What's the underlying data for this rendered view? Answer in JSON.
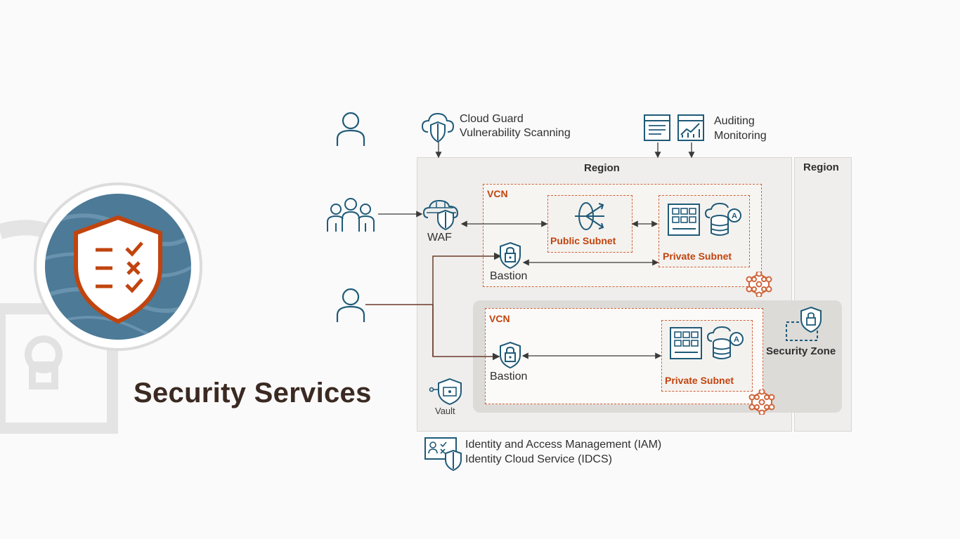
{
  "title": "Security Services",
  "top": {
    "cloud_guard": "Cloud Guard",
    "vulnerability_scanning": "Vulnerability Scanning",
    "auditing": "Auditing",
    "monitoring": "Monitoring"
  },
  "regions": {
    "main": "Region",
    "secondary": "Region"
  },
  "vcn_top": {
    "label": "VCN",
    "public_subnet": "Public Subnet",
    "private_subnet": "Private Subnet",
    "bastion": "Bastion"
  },
  "vcn_bottom": {
    "label": "VCN",
    "private_subnet": "Private Subnet",
    "bastion": "Bastion"
  },
  "waf": "WAF",
  "vault": "Vault",
  "security_zone": "Security Zone",
  "bottom": {
    "iam": "Identity and Access Management (IAM)",
    "idcs": "Identity Cloud Service (IDCS)"
  },
  "colors": {
    "accent": "#c1440e",
    "teal": "#1f5a78",
    "dark": "#3b2a22"
  }
}
